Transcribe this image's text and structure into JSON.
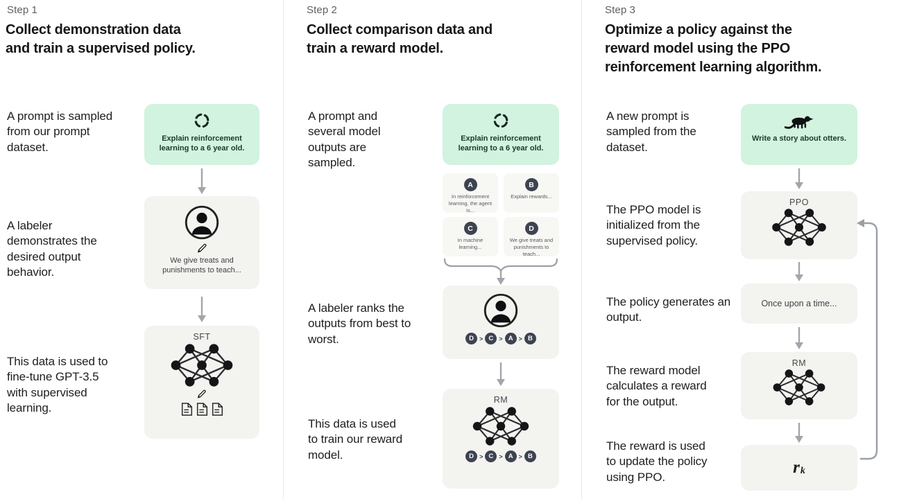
{
  "colors": {
    "background": "#ffffff",
    "panel_gray": "#f3f3f0",
    "panel_green": "#d1f3df",
    "chip_dark": "#3e4350",
    "arrow_gray": "#9aa0a6",
    "text_dark": "#1b1c1e",
    "step_gray": "#5f6063"
  },
  "icons": {
    "prompt_sample": "sample-refresh-icon (dashed circle)",
    "labeler": "labeler-icon (person in circle)",
    "annotate": "pencil-icon",
    "model": "neural-network-icon",
    "demos": "documents-icon",
    "otter": "otter-icon (silhouette)",
    "grouping": "curly-brace-icon",
    "flow": "down-arrow-icon",
    "feedback": "feedback-loop-arrow-icon"
  },
  "columns": [
    {
      "step": "Step 1",
      "title_lines": [
        "Collect demonstration data",
        "and train a supervised policy."
      ],
      "annotations": {
        "prompt": "A prompt is sampled from our prompt dataset.",
        "labeler": "A labeler demonstrates the desired output behavior.",
        "finetune": "This data is used to fine-tune GPT-3.5 with supervised learning."
      },
      "prompt_box": {
        "text": "Explain reinforcement learning to a 6 year old."
      },
      "labeler_box": {
        "text": "We give treats and punishments to teach..."
      },
      "sft_box": {
        "label": "SFT"
      }
    },
    {
      "step": "Step 2",
      "title_lines": [
        "Collect comparison data and",
        "train a reward model."
      ],
      "annotations": {
        "sampled": "A prompt and several model outputs are sampled.",
        "ranks": "A labeler ranks the outputs from best to worst.",
        "train": "This data is used to train our reward model."
      },
      "prompt_box": {
        "text": "Explain reinforcement learning to a 6 year old."
      },
      "outputs": [
        {
          "label": "A",
          "text": "In reinforcement learning, the agent is..."
        },
        {
          "label": "B",
          "text": "Explain rewards..."
        },
        {
          "label": "C",
          "text": "In machine learning..."
        },
        {
          "label": "D",
          "text": "We give treats and punishments to teach..."
        }
      ],
      "ranking": {
        "items": [
          "D",
          "C",
          "A",
          "B"
        ],
        "separator": ">"
      },
      "rm_box": {
        "label": "RM"
      }
    },
    {
      "step": "Step 3",
      "title_lines": [
        "Optimize a policy against the",
        "reward model using the PPO",
        "reinforcement learning algorithm."
      ],
      "annotations": {
        "new_prompt": "A new prompt is sampled from the dataset.",
        "init": "The PPO model is initialized from the supervised policy.",
        "generates": "The policy generates an output.",
        "calculates": "The reward model calculates a reward for the output.",
        "update": "The reward is used to update the policy using PPO."
      },
      "prompt_box": {
        "text": "Write a story about otters."
      },
      "ppo_box": {
        "label": "PPO"
      },
      "output_box": {
        "text": "Once upon a time..."
      },
      "rm_box": {
        "label": "RM"
      },
      "reward_box": {
        "base": "r",
        "subscript": "k"
      }
    }
  ]
}
